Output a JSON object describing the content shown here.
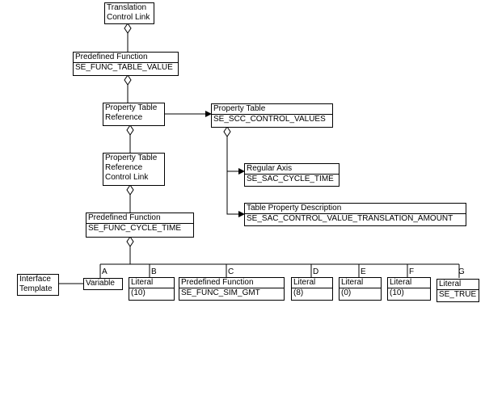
{
  "nodes": {
    "translation_control_link": [
      "Translation",
      "Control Link"
    ],
    "predefined_function_table": {
      "kind": "Predefined Function",
      "name": "SE_FUNC_TABLE_VALUE"
    },
    "property_table_reference": [
      "Property Table",
      "Reference"
    ],
    "property_table": {
      "kind": "Property Table",
      "name": "SE_SCC_CONTROL_VALUES"
    },
    "regular_axis": {
      "kind": "Regular Axis",
      "name": "SE_SAC_CYCLE_TIME"
    },
    "table_property_description": {
      "kind": "Table Property Description",
      "name": "SE_SAC_CONTROL_VALUE_TRANSLATION_AMOUNT"
    },
    "property_table_reference_control_link": [
      "Property Table",
      "Reference",
      "Control Link"
    ],
    "predefined_function_cycle": {
      "kind": "Predefined Function",
      "name": "SE_FUNC_CYCLE_TIME"
    },
    "interface_template": [
      "Interface",
      "Template"
    ],
    "variable": "Variable",
    "literal_b": {
      "kind": "Literal",
      "name": "(10)"
    },
    "predefined_function_sim": {
      "kind": "Predefined Function",
      "name": "SE_FUNC_SIM_GMT"
    },
    "literal_d": {
      "kind": "Literal",
      "name": "(8)"
    },
    "literal_e": {
      "kind": "Literal",
      "name": "(0)"
    },
    "literal_f": {
      "kind": "Literal",
      "name": "(10)"
    },
    "literal_g": {
      "kind": "Literal",
      "name": "SE_TRUE"
    }
  },
  "argument_labels": {
    "a": "A",
    "b": "B",
    "c": "C",
    "d": "D",
    "e": "E",
    "f": "F",
    "g": "G"
  }
}
